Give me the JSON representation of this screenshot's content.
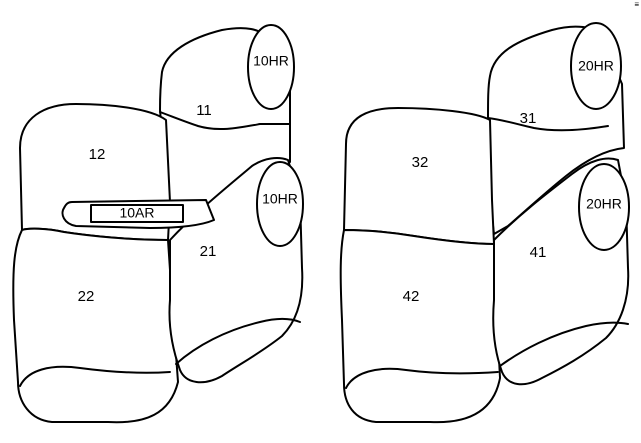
{
  "background_color": "#ffffff",
  "line_color": "#000000",
  "corner_mark": "≡",
  "left_seat": {
    "headrest_upper": "10HR",
    "headrest_lower": "10HR",
    "armrest": "10AR",
    "part_11": "11",
    "part_12": "12",
    "part_21": "21",
    "part_22": "22"
  },
  "right_seat": {
    "headrest_upper": "20HR",
    "headrest_lower": "20HR",
    "part_31": "31",
    "part_32": "32",
    "part_41": "41",
    "part_42": "42"
  }
}
